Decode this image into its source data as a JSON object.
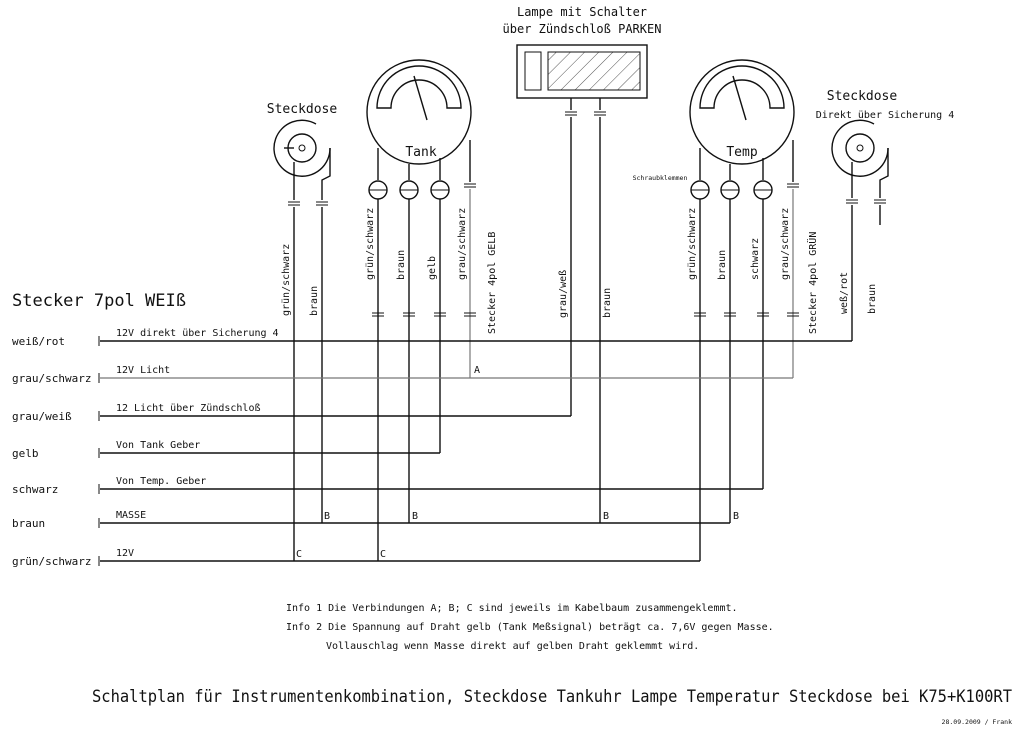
{
  "lamp": {
    "title": "Lampe mit Schalter",
    "subtitle": "über Zündschloß PARKEN"
  },
  "socket_left": {
    "label": "Steckdose"
  },
  "socket_right": {
    "label": "Steckdose",
    "sublabel": "Direkt über Sicherung 4"
  },
  "gauge_tank": {
    "label": "Tank"
  },
  "gauge_temp": {
    "label": "Temp"
  },
  "schraubklemme": "Schraubklemmen",
  "connector": {
    "title": "Stecker 7pol WEIß",
    "pins": [
      {
        "color": "weiß/rot",
        "desc": "12V direkt über Sicherung 4"
      },
      {
        "color": "grau/schwarz",
        "desc": "12V Licht"
      },
      {
        "color": "grau/weiß",
        "desc": "12 Licht über Zündschloß"
      },
      {
        "color": "gelb",
        "desc": "Von Tank Geber"
      },
      {
        "color": "schwarz",
        "desc": "Von Temp. Geber"
      },
      {
        "color": "braun",
        "desc": "MASSE"
      },
      {
        "color": "grün/schwarz",
        "desc": "12V"
      }
    ]
  },
  "wire_labels": {
    "sl_a": "grün/schwarz",
    "sl_b": "braun",
    "tank_1": "grün/schwarz",
    "tank_2": "braun",
    "tank_3": "gelb",
    "tank_4": "grau/schwarz",
    "tank_plug": "Stecker 4pol GELB",
    "lamp_1": "grau/weß",
    "lamp_2": "braun",
    "temp_1": "grün/schwarz",
    "temp_2": "braun",
    "temp_3": "schwarz",
    "temp_4": "grau/schwarz",
    "temp_plug": "Stecker 4pol GRÜN",
    "sr_a": "weß/rot",
    "sr_b": "braun"
  },
  "junctions": {
    "a": "A",
    "b": "B",
    "c": "C"
  },
  "info": {
    "line1": "Info 1  Die Verbindungen A; B; C sind jeweils im Kabelbaum zusammengeklemmt.",
    "line2": "Info 2  Die Spannung auf Draht gelb (Tank Meßsignal) beträgt ca. 7,6V gegen Masse.",
    "line3": "Vollauschlag wenn Masse direkt auf gelben Draht geklemmt wird."
  },
  "title": "Schaltplan für Instrumentenkombination, Steckdose Tankuhr Lampe Temperatur Steckdose bei K75+K100RT",
  "date": "28.09.2009 / Frank"
}
